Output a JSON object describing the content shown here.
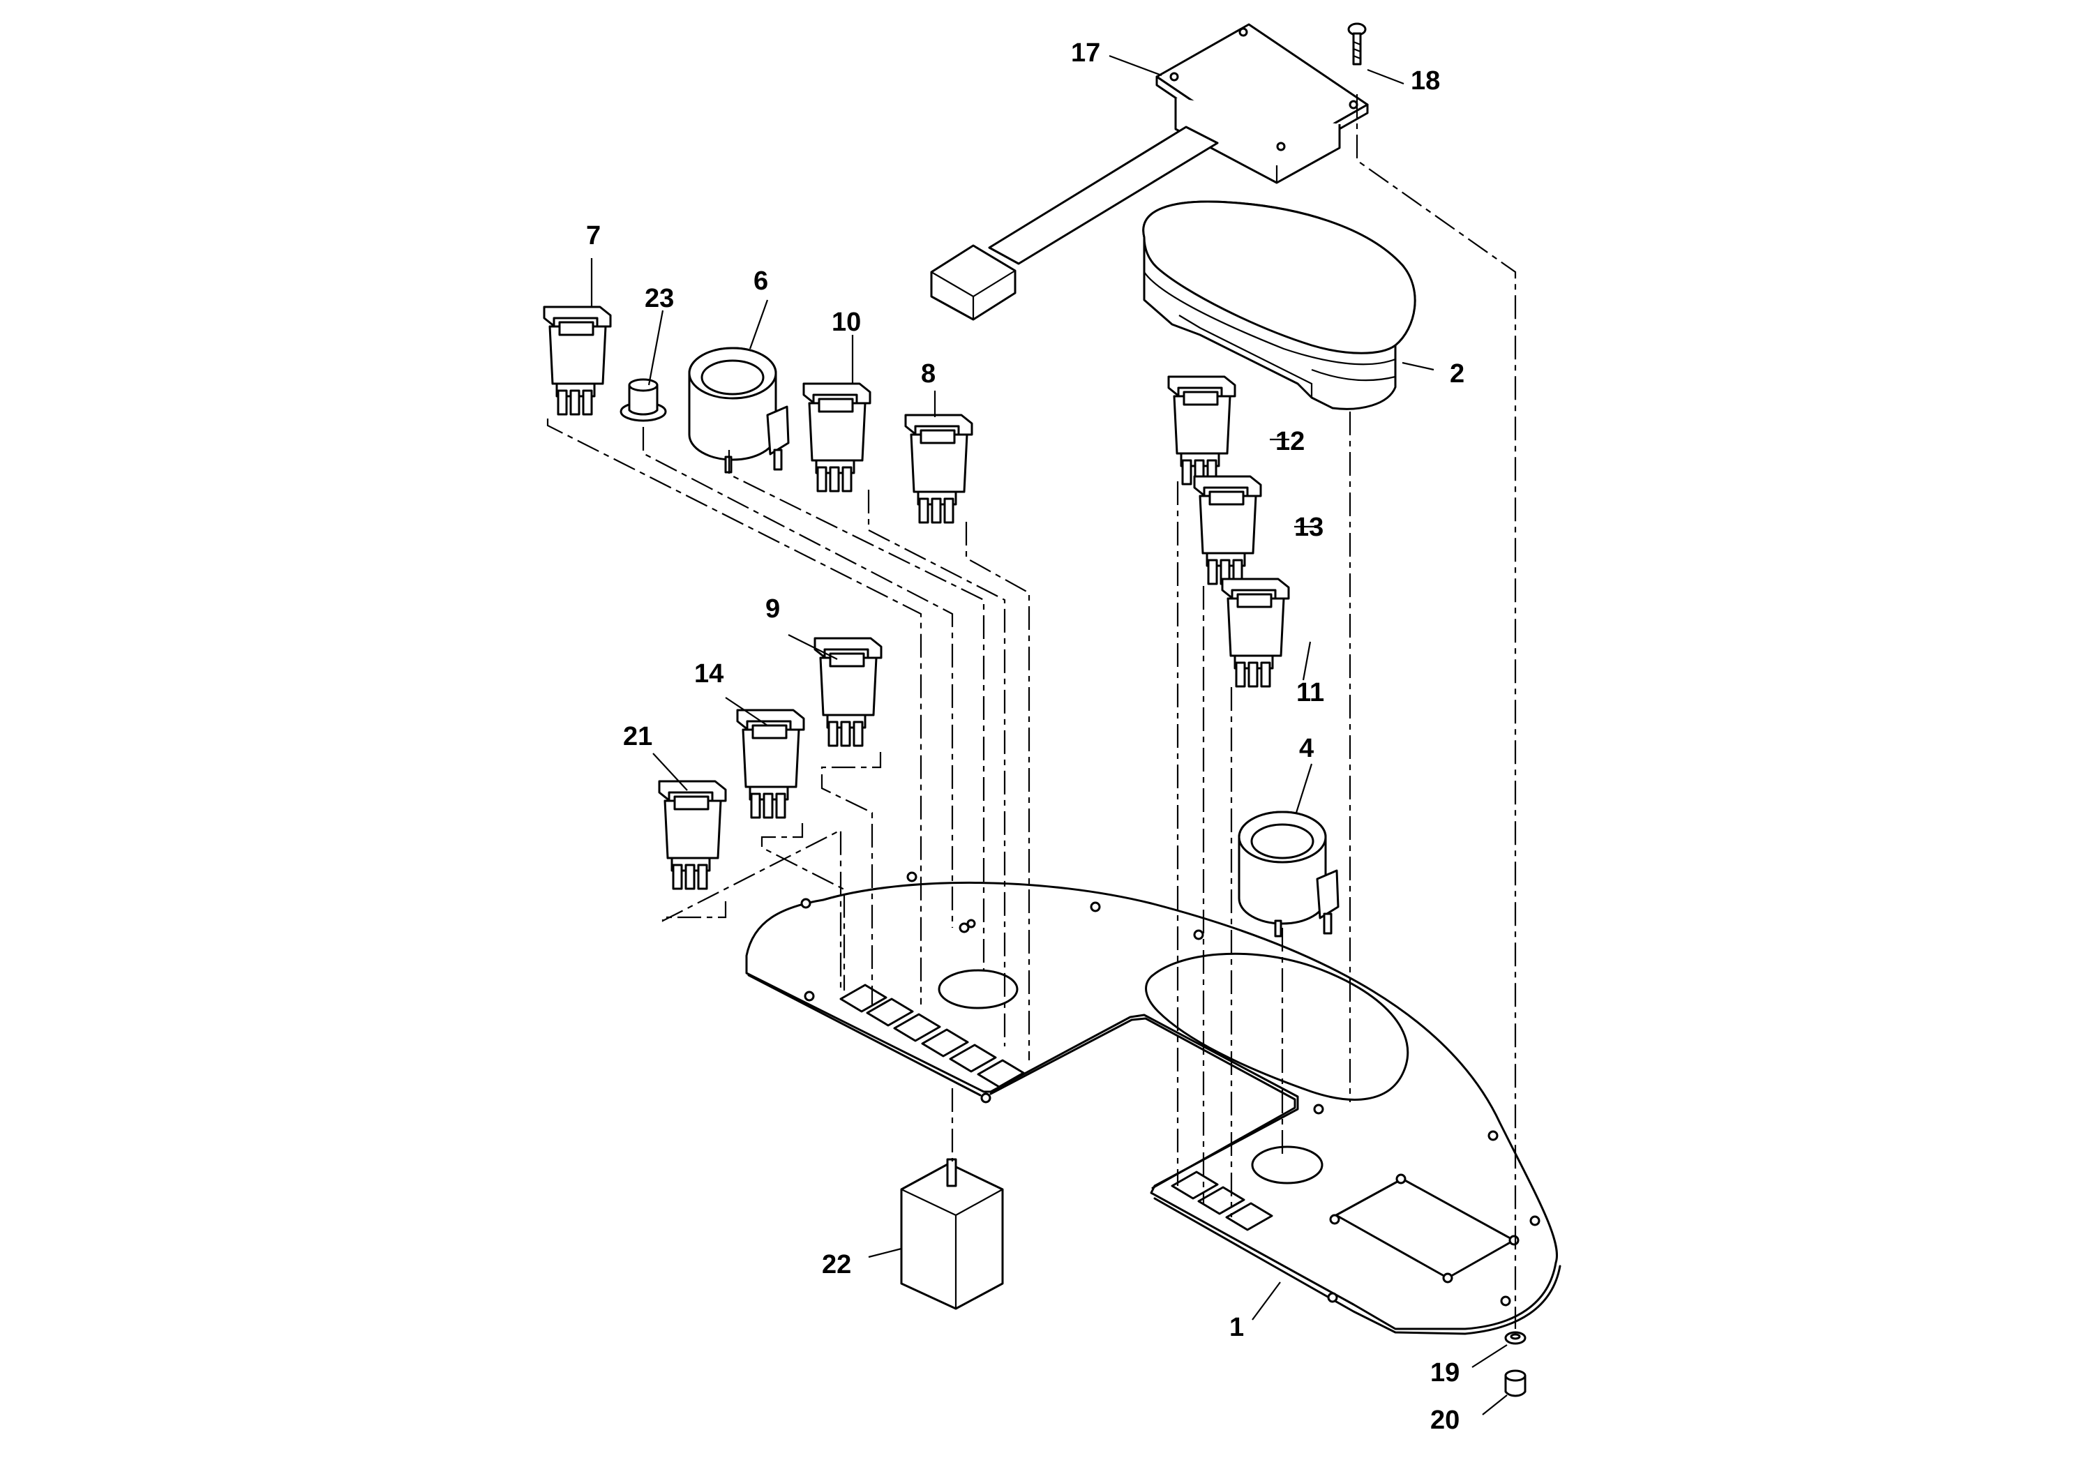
{
  "labels": {
    "p1": "1",
    "p2": "2",
    "p4": "4",
    "p6": "6",
    "p7": "7",
    "p8": "8",
    "p9": "9",
    "p10": "10",
    "p11": "11",
    "p12": "12",
    "p13": "13",
    "p14": "14",
    "p17": "17",
    "p18": "18",
    "p19": "19",
    "p20": "20",
    "p21": "21",
    "p22": "22",
    "p23": "23"
  }
}
